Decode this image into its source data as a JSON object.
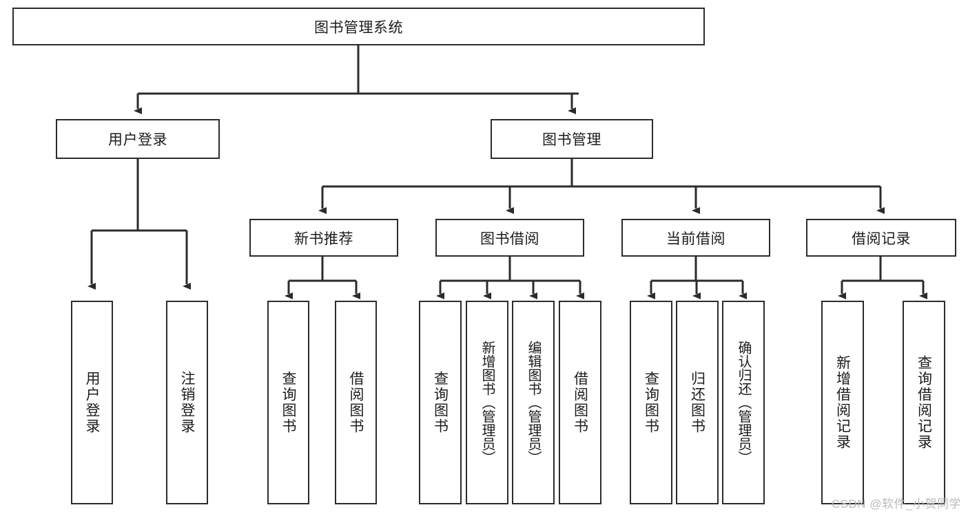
{
  "diagram": {
    "title": "图书管理系统",
    "type": "tree-hierarchy",
    "root": {
      "label": "图书管理系统"
    },
    "level2": [
      {
        "label": "用户登录"
      },
      {
        "label": "图书管理"
      }
    ],
    "level3": [
      {
        "label": "新书推荐"
      },
      {
        "label": "图书借阅"
      },
      {
        "label": "当前借阅"
      },
      {
        "label": "借阅记录"
      }
    ],
    "leaves": {
      "user_login": [
        {
          "label": "用户登录"
        },
        {
          "label": "注销登录"
        }
      ],
      "new_book_recommend": [
        {
          "label": "查询图书"
        },
        {
          "label": "借阅图书"
        }
      ],
      "book_borrow": [
        {
          "label": "查询图书"
        },
        {
          "label": "新增图书（管理员）"
        },
        {
          "label": "编辑图书（管理员）"
        },
        {
          "label": "借阅图书"
        }
      ],
      "current_borrow": [
        {
          "label": "查询图书"
        },
        {
          "label": "归还图书"
        },
        {
          "label": "确认归还（管理员）"
        }
      ],
      "borrow_record": [
        {
          "label": "新增借阅记录"
        },
        {
          "label": "查询借阅记录"
        }
      ]
    },
    "colors": {
      "stroke": "#2b2b2b",
      "fill": "#ffffff",
      "text": "#1c1c1c",
      "watermark": "#b9b9b9"
    }
  },
  "watermark": {
    "text": "CSDN @软件_小贺同学"
  }
}
